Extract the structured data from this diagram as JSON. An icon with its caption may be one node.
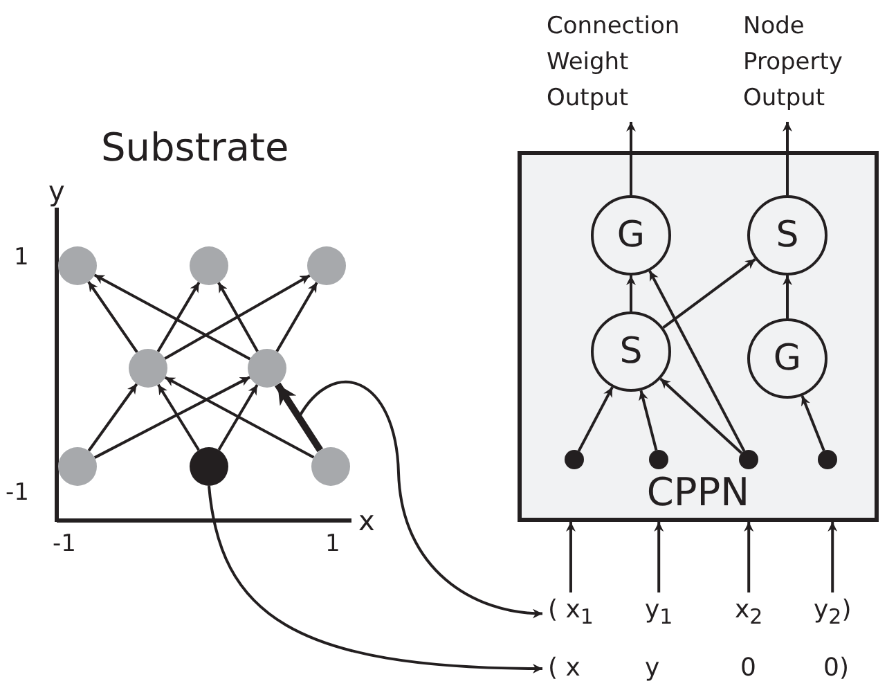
{
  "diagram": {
    "nodes": [
      {
        "text": [
          "Connection Weight Output"
        ]
      },
      {
        "text": [
          "Node Property Output"
        ]
      },
      {
        "text": [
          "CPPN"
        ]
      },
      {
        "text": [
          "G"
        ],
        "in": 2
      },
      {
        "text": [
          "S"
        ],
        "in": 2
      },
      {
        "text": [
          "S"
        ],
        "in": 2
      },
      {
        "text": [
          "G"
        ],
        "in": 2
      },
      {
        "text": [],
        "shape": "circle",
        "in": 2
      },
      {
        "text": [],
        "shape": "circle",
        "in": 2
      },
      {
        "text": [],
        "shape": "circle",
        "in": 2
      },
      {
        "text": [],
        "shape": "circle",
        "in": 2
      },
      {
        "text": [],
        "shape": "circle"
      },
      {
        "text": [],
        "shape": "circle"
      },
      {
        "text": [],
        "shape": "circle"
      },
      {
        "text": [],
        "shape": "circle"
      },
      {
        "text": [],
        "shape": "circle"
      },
      {
        "text": [],
        "shape": "circle"
      },
      {
        "text": [],
        "shape": "circle"
      },
      {
        "text": [],
        "shape": "circle"
      },
      {
        "text": [
          "( x$_{1}$"
        ]
      },
      {
        "text": [
          "y$_{1}$"
        ]
      },
      {
        "text": [
          "x$_{2}$"
        ]
      },
      {
        "text": [
          "y$_{2}$)"
        ]
      },
      {
        "text": [
          "( x"
        ]
      },
      {
        "text": [
          "y"
        ]
      },
      {
        "text": [
          "0"
        ]
      },
      {
        "text": [
          "0)"
        ]
      }
    ],
    "edges": [
      {
        "from": 3,
        "to": 0,
        "arrow": "to"
      },
      {
        "from": 4,
        "to": 1,
        "arrow": "to"
      },
      {
        "from": 5,
        "to": 3,
        "arrow": "to"
      },
      {
        "from": 5,
        "to": 4,
        "arrow": "to"
      },
      {
        "from": 6,
        "to": 4,
        "arrow": "to"
      },
      {
        "from": 7,
        "to": 5,
        "arrow": "to"
      },
      {
        "from": 8,
        "to": 5,
        "arrow": "to"
      },
      {
        "from": 9,
        "to": 5,
        "arrow": "to"
      },
      {
        "from": 9,
        "to": 3,
        "arrow": "to"
      },
      {
        "from": 10,
        "to": 6,
        "arrow": "to"
      },
      {
        "from": 19,
        "to": 2,
        "arrow": "to"
      },
      {
        "from": 20,
        "to": 2,
        "arrow": "to"
      },
      {
        "from": 21,
        "to": 2,
        "arrow": "to"
      },
      {
        "from": 22,
        "to": 2,
        "arrow": "to"
      },
      {
        "from": 16,
        "to": 14,
        "arrow": "to"
      },
      {
        "from": 16,
        "to": 15,
        "arrow": "to"
      },
      {
        "from": 17,
        "to": 14,
        "arrow": "to"
      },
      {
        "from": 17,
        "to": 15,
        "arrow": "to"
      },
      {
        "from": 18,
        "to": 14,
        "arrow": "to"
      },
      {
        "from": 18,
        "to": 15,
        "arrow": "to",
        "style": "thick"
      },
      {
        "from": 14,
        "to": 11,
        "arrow": "to"
      },
      {
        "from": 14,
        "to": 12,
        "arrow": "to"
      },
      {
        "from": 14,
        "to": 13,
        "arrow": "to"
      },
      {
        "from": 15,
        "to": 11,
        "arrow": "to"
      },
      {
        "from": 15,
        "to": 12,
        "arrow": "to"
      },
      {
        "from": 15,
        "to": 13,
        "arrow": "to"
      },
      {
        "from": 17,
        "to": 23,
        "arrow": "to"
      },
      {
        "from": null,
        "to": 19,
        "arrow": "to"
      }
    ],
    "labels": [
      "Substrate",
      "y",
      "1",
      "-1",
      "x",
      "-1",
      "1"
    ]
  }
}
